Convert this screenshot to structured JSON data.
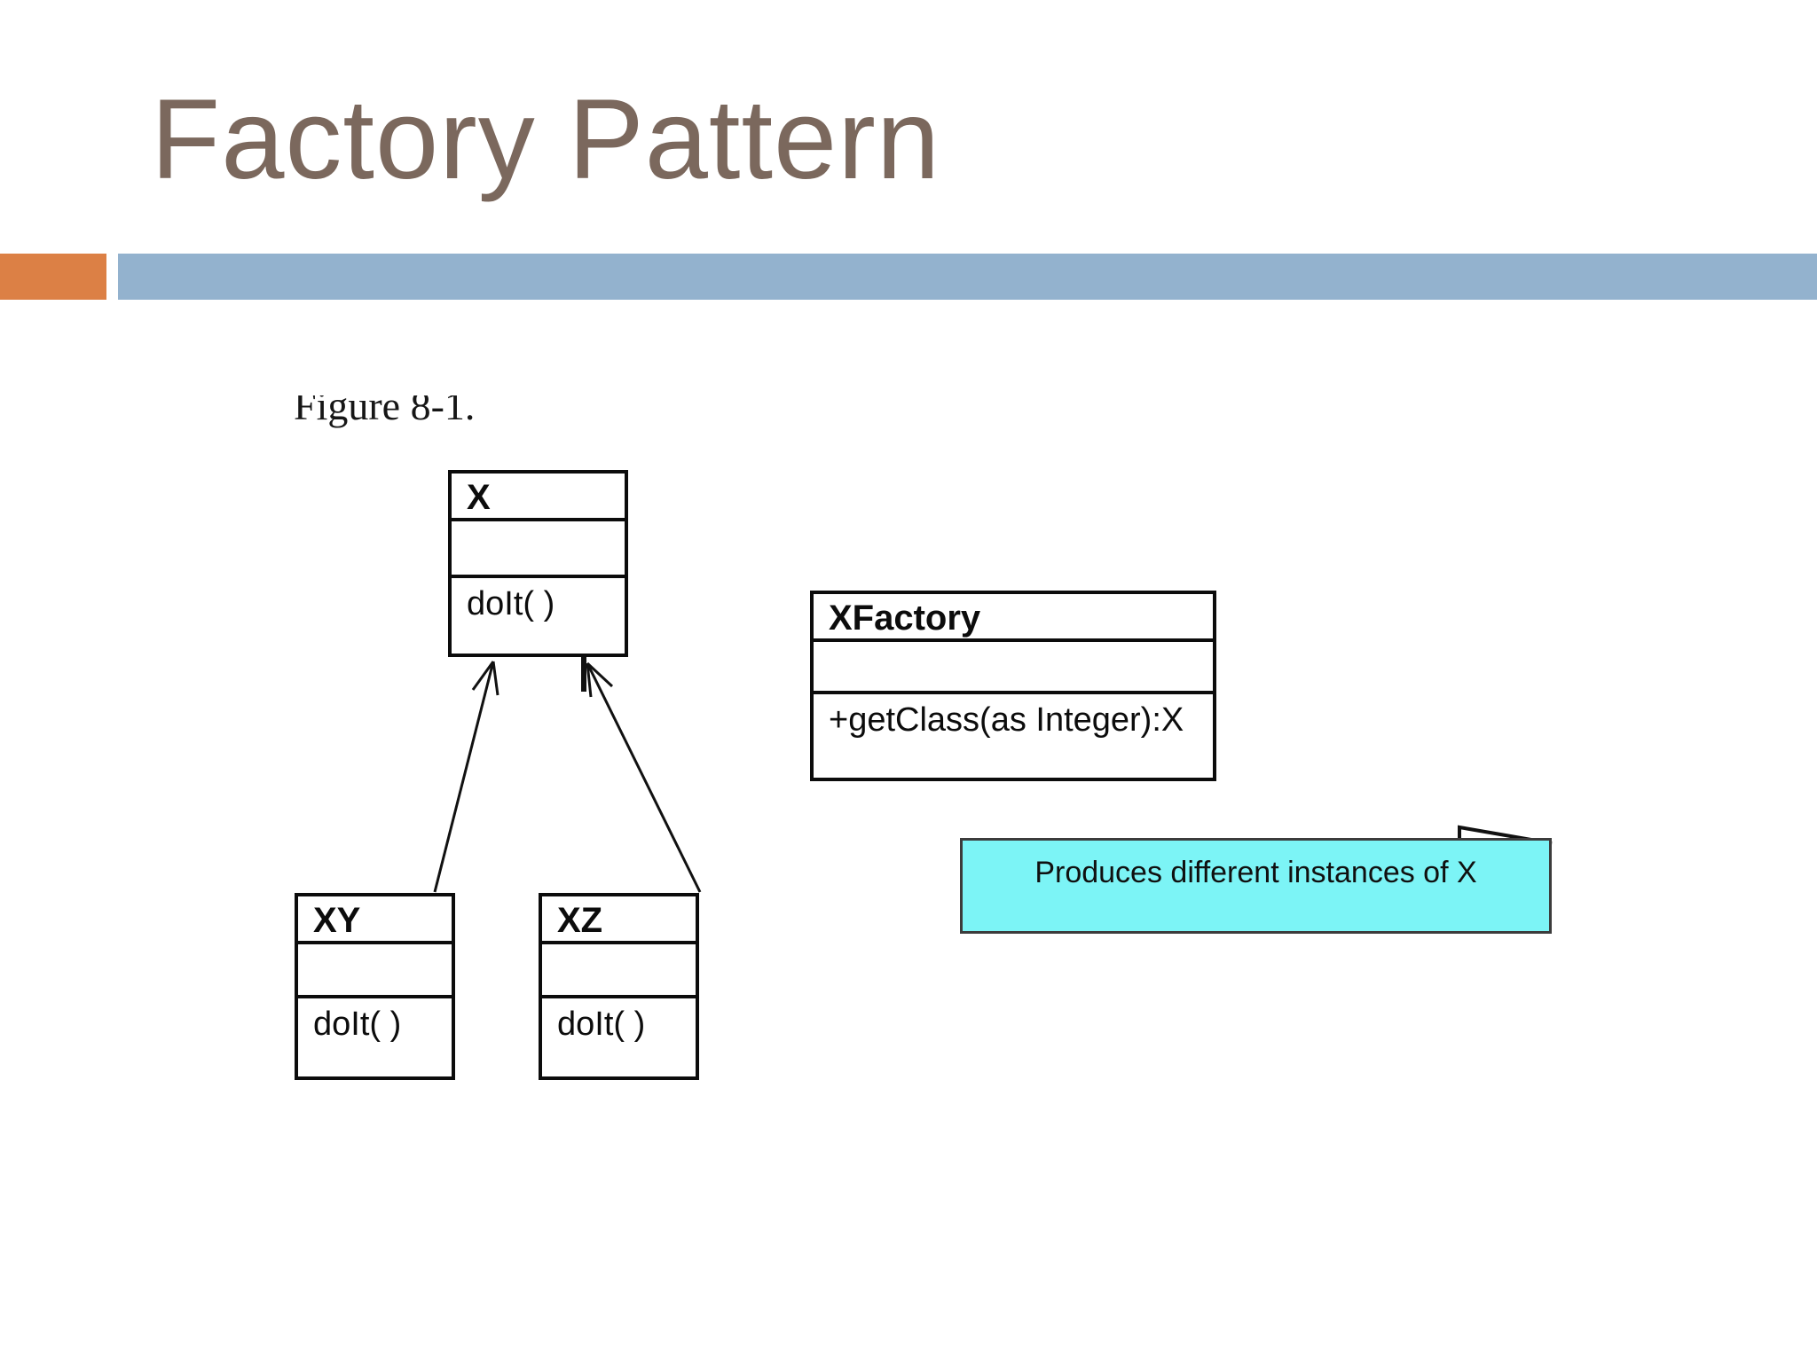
{
  "slide": {
    "title": "Factory Pattern"
  },
  "decor": {
    "accent_orange": "#dc8045",
    "accent_blue": "#93b2ce",
    "title_color": "#7b685d",
    "note_fill": "#7cf4f6",
    "line_color": "#0c0c0c"
  },
  "figure": {
    "caption": "Figure 8-1."
  },
  "diagram": {
    "classes": {
      "x": {
        "name": "X",
        "method": "doIt( )"
      },
      "xy": {
        "name": "XY",
        "method": "doIt( )"
      },
      "xz": {
        "name": "XZ",
        "method": "doIt( )"
      },
      "xfactory": {
        "name": "XFactory",
        "method": "+getClass(as Integer):X"
      }
    },
    "note": {
      "text": "Produces different instances of X"
    }
  }
}
